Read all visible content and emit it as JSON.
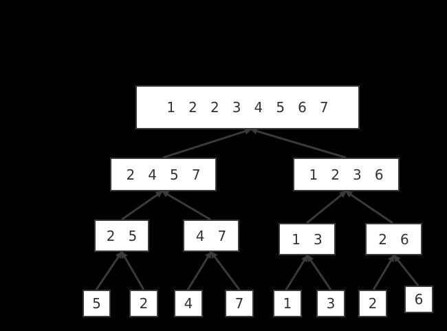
{
  "nodes": {
    "root": "1   2   2   3   4   5   6   7",
    "left": "2   4   5   7",
    "right": "1   2   3   6",
    "ll": "2   5",
    "lr": "4   7",
    "rl": "1   3",
    "rr": "2   6",
    "leaf1": "5",
    "leaf2": "2",
    "leaf3": "4",
    "leaf4": "7",
    "leaf5": "1",
    "leaf6": "3",
    "leaf7": "2",
    "leaf8": "6"
  }
}
